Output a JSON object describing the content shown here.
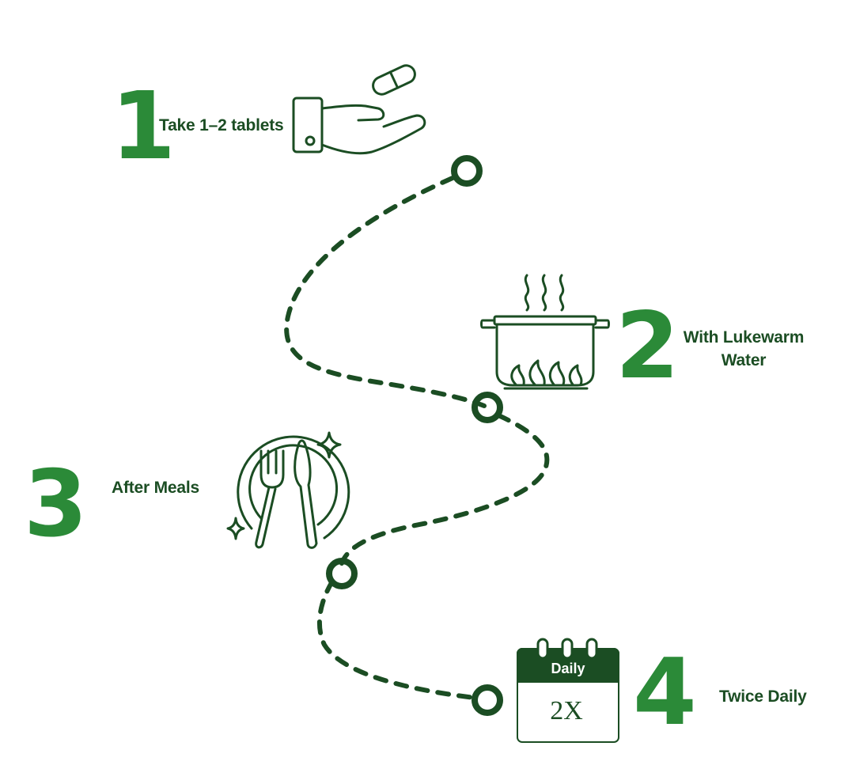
{
  "colors": {
    "dark_green": "#1b4d23",
    "accent_green": "#2b8a38",
    "background": "#ffffff"
  },
  "steps": [
    {
      "number": "1",
      "label": "Take 1–2 tablets",
      "icon": "hand-pill-icon"
    },
    {
      "number": "2",
      "label_line1": "With Lukewarm",
      "label_line2": "Water",
      "icon": "cooking-pot-icon"
    },
    {
      "number": "3",
      "label": "After Meals",
      "icon": "plate-fork-knife-icon"
    },
    {
      "number": "4",
      "label": "Twice Daily",
      "icon": "calendar-icon"
    }
  ],
  "calendar": {
    "header": "Daily",
    "value": "2X"
  }
}
